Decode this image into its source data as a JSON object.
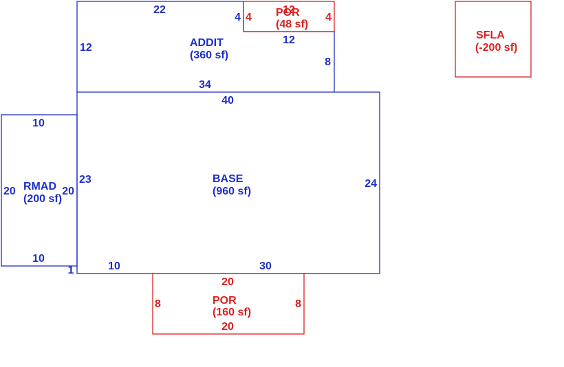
{
  "colors": {
    "blue": "#1f2fc8",
    "red": "#dc1f1f"
  },
  "areas": {
    "addit": {
      "name": "ADDIT",
      "size": "(360 sf)"
    },
    "por_top": {
      "name": "POR",
      "size": "(48 sf)"
    },
    "sfla": {
      "name": "SFLA",
      "size": "(-200 sf)"
    },
    "base": {
      "name": "BASE",
      "size": "(960 sf)"
    },
    "rmad": {
      "name": "RMAD",
      "size": "(200 sf)"
    },
    "por_bottom": {
      "name": "POR",
      "size": "(160 sf)"
    }
  },
  "dimensions": {
    "addit": {
      "top": "22",
      "left": "12",
      "right": "8",
      "step_vertical": "4",
      "step_horizontal": "12",
      "bottom": "34"
    },
    "por_top": {
      "top": "12",
      "left": "4",
      "right": "4"
    },
    "base": {
      "top": "40",
      "left": "23",
      "right": "24",
      "bottom_left": "10",
      "bottom_right": "30",
      "corner": "1"
    },
    "rmad": {
      "top": "10",
      "left": "20",
      "right": "20",
      "bottom": "10"
    },
    "por_bottom": {
      "top": "20",
      "left": "8",
      "right": "8",
      "bottom": "20"
    }
  }
}
